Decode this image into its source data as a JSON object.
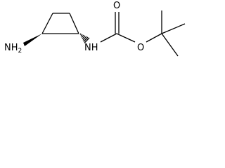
{
  "molecule": {
    "labels": {
      "amine_n": "NH",
      "amine_h_count": "2",
      "carbamate_nh": "NH",
      "carbonyl_o": "O",
      "ester_o": "O"
    }
  }
}
